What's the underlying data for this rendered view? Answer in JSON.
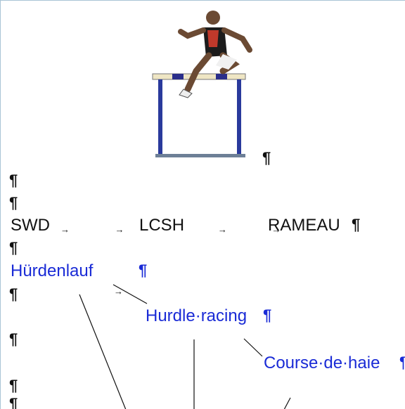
{
  "document": {
    "image": {
      "name": "hurdler-photo"
    },
    "paragraph_mark": "¶",
    "tab_arrow": "→",
    "headings_line": {
      "col1": "SWD",
      "col2": "LCSH",
      "col3": "RAMEAU"
    },
    "terms": {
      "german": "Hürdenlauf",
      "english": "Hurdle·racing",
      "french": "Course·de·haie"
    }
  },
  "colors": {
    "term_blue": "#1a2bd6",
    "text": "#111111",
    "border": "#a9c4d6"
  }
}
